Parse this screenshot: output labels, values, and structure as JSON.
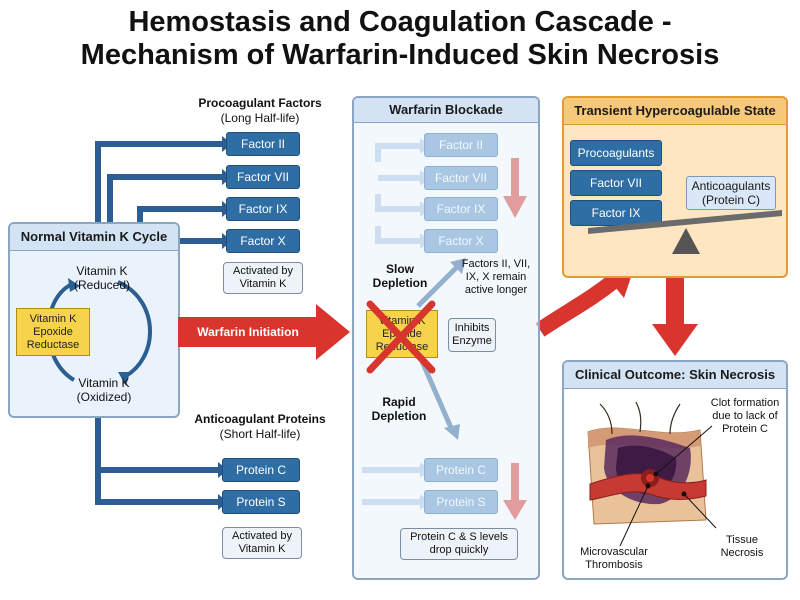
{
  "title": {
    "line1": "Hemostasis and Coagulation Cascade -",
    "line2": "Mechanism of Warfarin-Induced Skin Necrosis"
  },
  "vitk_cycle": {
    "header": "Normal Vitamin K Cycle",
    "reduced": "Vitamin K (Reduced)",
    "oxidized": "Vitamin K (Oxidized)",
    "enzyme": "Vitamin K Epoxide Reductase"
  },
  "procoagulant": {
    "heading": "Procoagulant Factors",
    "subheading": "(Long Half-life)",
    "factors": [
      "Factor II",
      "Factor VII",
      "Factor IX",
      "Factor X"
    ],
    "activated_note": "Activated by Vitamin K"
  },
  "anticoagulant": {
    "heading": "Anticoagulant Proteins",
    "subheading": "(Short Half-life)",
    "proteins": [
      "Protein C",
      "Protein S"
    ],
    "activated_note": "Activated by Vitamin K"
  },
  "warfarin_initiation": "Warfarin Initiation",
  "blockade": {
    "header": "Warfarin Blockade",
    "factors": [
      "Factor II",
      "Factor VII",
      "Factor IX",
      "Factor X"
    ],
    "slow_depletion": "Slow Depletion",
    "factors_note": "Factors II, VII, IX, X remain active longer",
    "enzyme": "Vitamin K Epoxide Reductase",
    "inhibits": "Inhibits Enzyme",
    "rapid_depletion": "Rapid Depletion",
    "proteins": [
      "Protein C",
      "Protein S"
    ],
    "protein_note": "Protein C & S levels drop quickly"
  },
  "hypercoag": {
    "header": "Transient Hypercoagulable State",
    "procoagulants": [
      "Procoagulants",
      "Factor VII",
      "Factor IX"
    ],
    "anticoagulants": "Anticoagulants (Protein C)"
  },
  "outcome": {
    "header": "Clinical Outcome: Skin Necrosis",
    "clot_label": "Clot formation due to lack of Protein C",
    "micro_label": "Microvascular Thrombosis",
    "tissue_label": "Tissue Necrosis"
  },
  "colors": {
    "blue": "#2f6ea5",
    "red_arrow": "#d8352e",
    "yellow": "#f6d34a",
    "orange_panel": "#fde6c0"
  }
}
